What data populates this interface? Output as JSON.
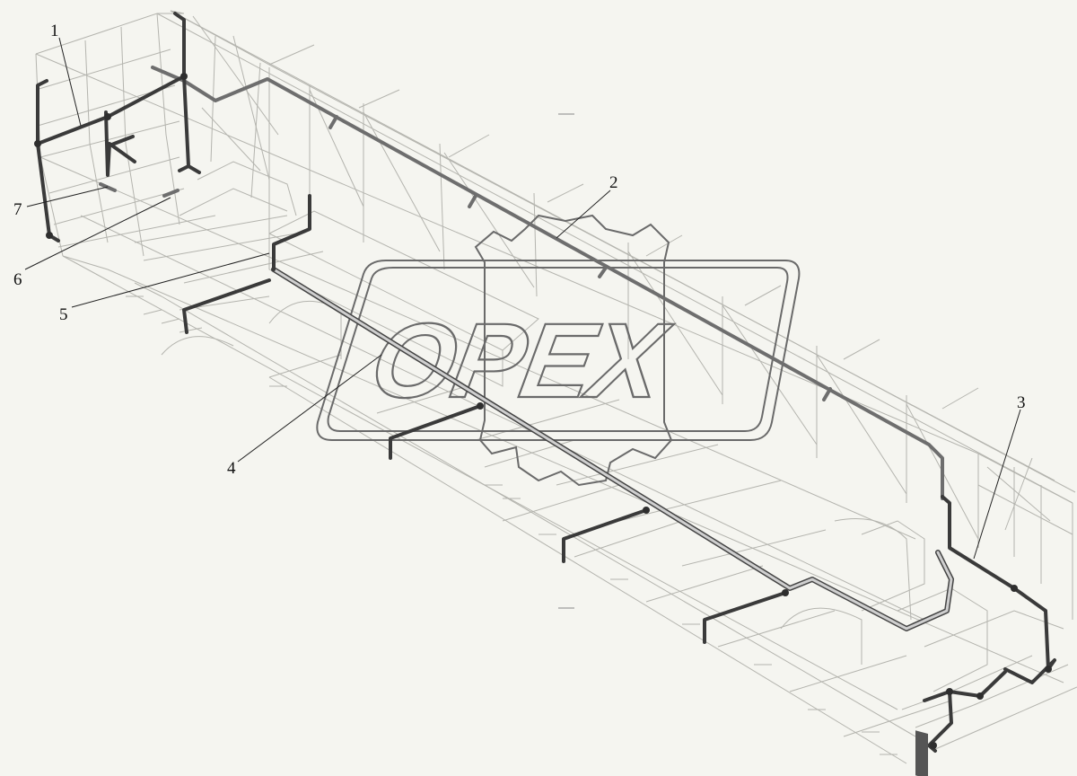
{
  "diagram": {
    "callouts": [
      {
        "id": "1",
        "label": "1"
      },
      {
        "id": "2",
        "label": "2"
      },
      {
        "id": "3",
        "label": "3"
      },
      {
        "id": "4",
        "label": "4"
      },
      {
        "id": "5",
        "label": "5"
      },
      {
        "id": "6",
        "label": "6"
      },
      {
        "id": "7",
        "label": "7"
      }
    ]
  },
  "watermark": {
    "text": "OPEX",
    "color": "#6a6a6a"
  },
  "colors": {
    "frame": "#b4b4ae",
    "pipe_dark": "#3a3a3a",
    "pipe_mid": "#6e6e6e",
    "background": "#f5f5f0"
  }
}
